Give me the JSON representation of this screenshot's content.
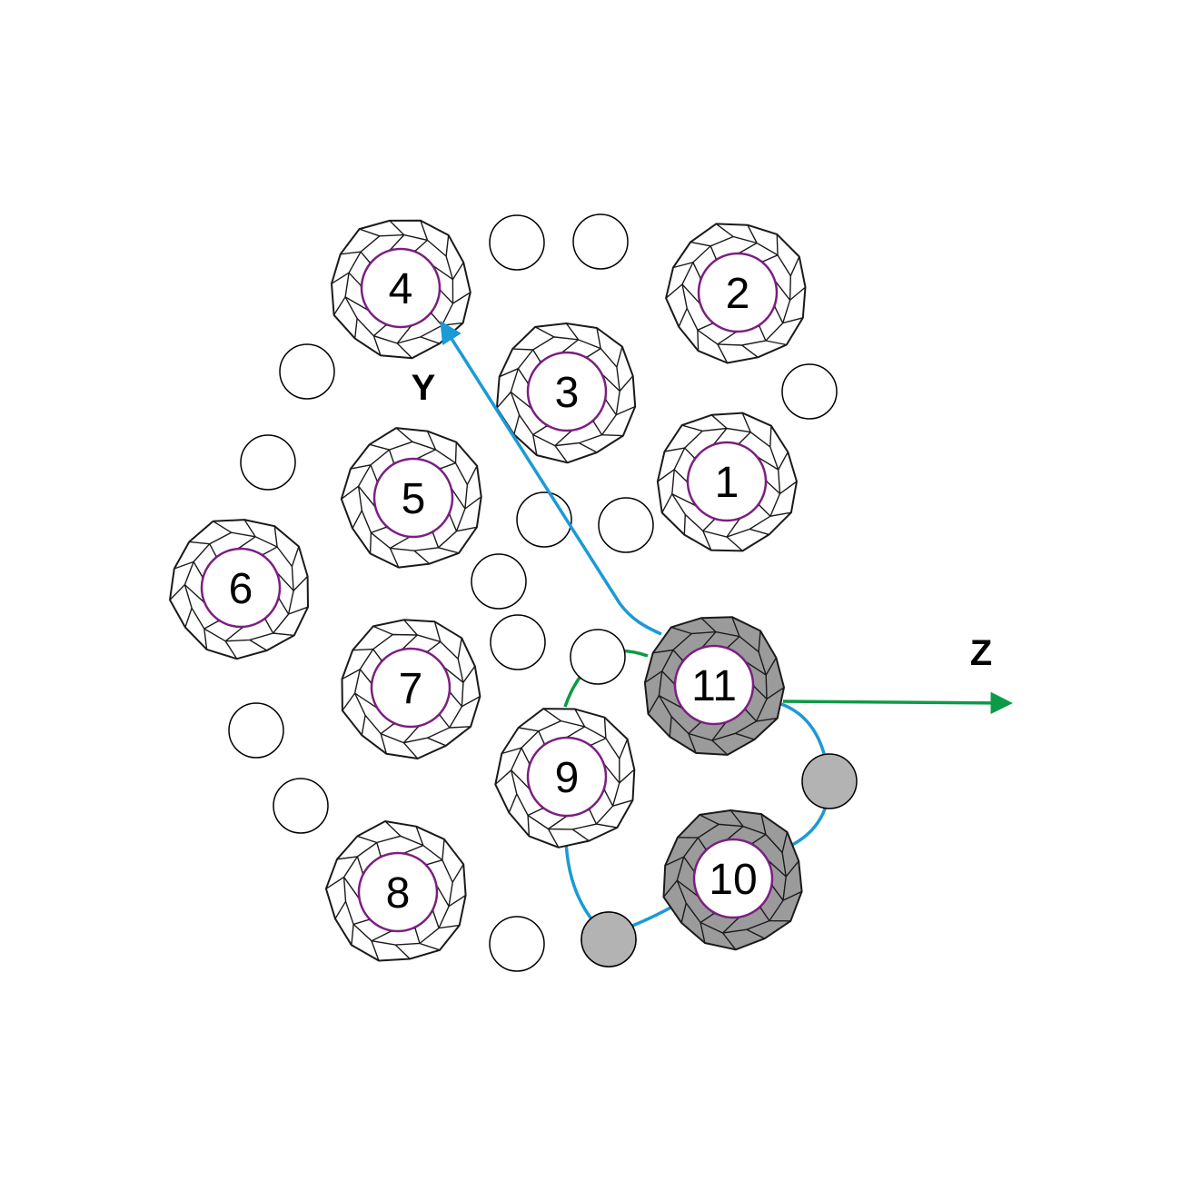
{
  "colors": {
    "cage_fill_white": "#ffffff",
    "cage_fill_gray": "#9b9b9b",
    "cage_stroke": "#1a1a1a",
    "label_ring": "#7b1f80",
    "small_sphere_white": "#ffffff",
    "small_sphere_gray": "#b3b3b3",
    "y_axis": "#1a9ad6",
    "z_axis": "#0d9a46",
    "blue_path": "#1a9ad6",
    "green_path": "#0d9a46"
  },
  "axes": {
    "y_label": "Y",
    "z_label": "Z"
  },
  "cages": [
    {
      "label": "1",
      "shade": "white"
    },
    {
      "label": "2",
      "shade": "white"
    },
    {
      "label": "3",
      "shade": "white"
    },
    {
      "label": "4",
      "shade": "white"
    },
    {
      "label": "5",
      "shade": "white"
    },
    {
      "label": "6",
      "shade": "white"
    },
    {
      "label": "7",
      "shade": "white"
    },
    {
      "label": "8",
      "shade": "white"
    },
    {
      "label": "9",
      "shade": "white"
    },
    {
      "label": "10",
      "shade": "gray"
    },
    {
      "label": "11",
      "shade": "gray"
    }
  ],
  "small_spheres": [
    {
      "shade": "white"
    },
    {
      "shade": "white"
    },
    {
      "shade": "white"
    },
    {
      "shade": "white"
    },
    {
      "shade": "white"
    },
    {
      "shade": "white"
    },
    {
      "shade": "white"
    },
    {
      "shade": "white"
    },
    {
      "shade": "white"
    },
    {
      "shade": "white"
    },
    {
      "shade": "white"
    },
    {
      "shade": "white"
    },
    {
      "shade": "white"
    },
    {
      "shade": "gray"
    },
    {
      "shade": "gray"
    },
    {
      "shade": "gray"
    }
  ]
}
